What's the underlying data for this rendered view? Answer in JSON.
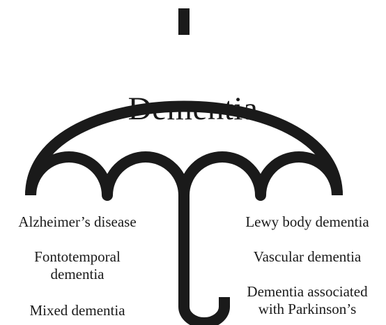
{
  "diagram": {
    "title": "Dementia",
    "left_types": [
      "Alzheimer’s disease",
      "Fontotemporal\ndementia",
      "Mixed dementia"
    ],
    "right_types": [
      "Lewy body dementia",
      "Vascular dementia",
      "Dementia associated\nwith Parkinson’s"
    ],
    "colors": {
      "stroke": "#1a1a1a",
      "background": "#ffffff"
    },
    "icon": "umbrella-icon"
  }
}
